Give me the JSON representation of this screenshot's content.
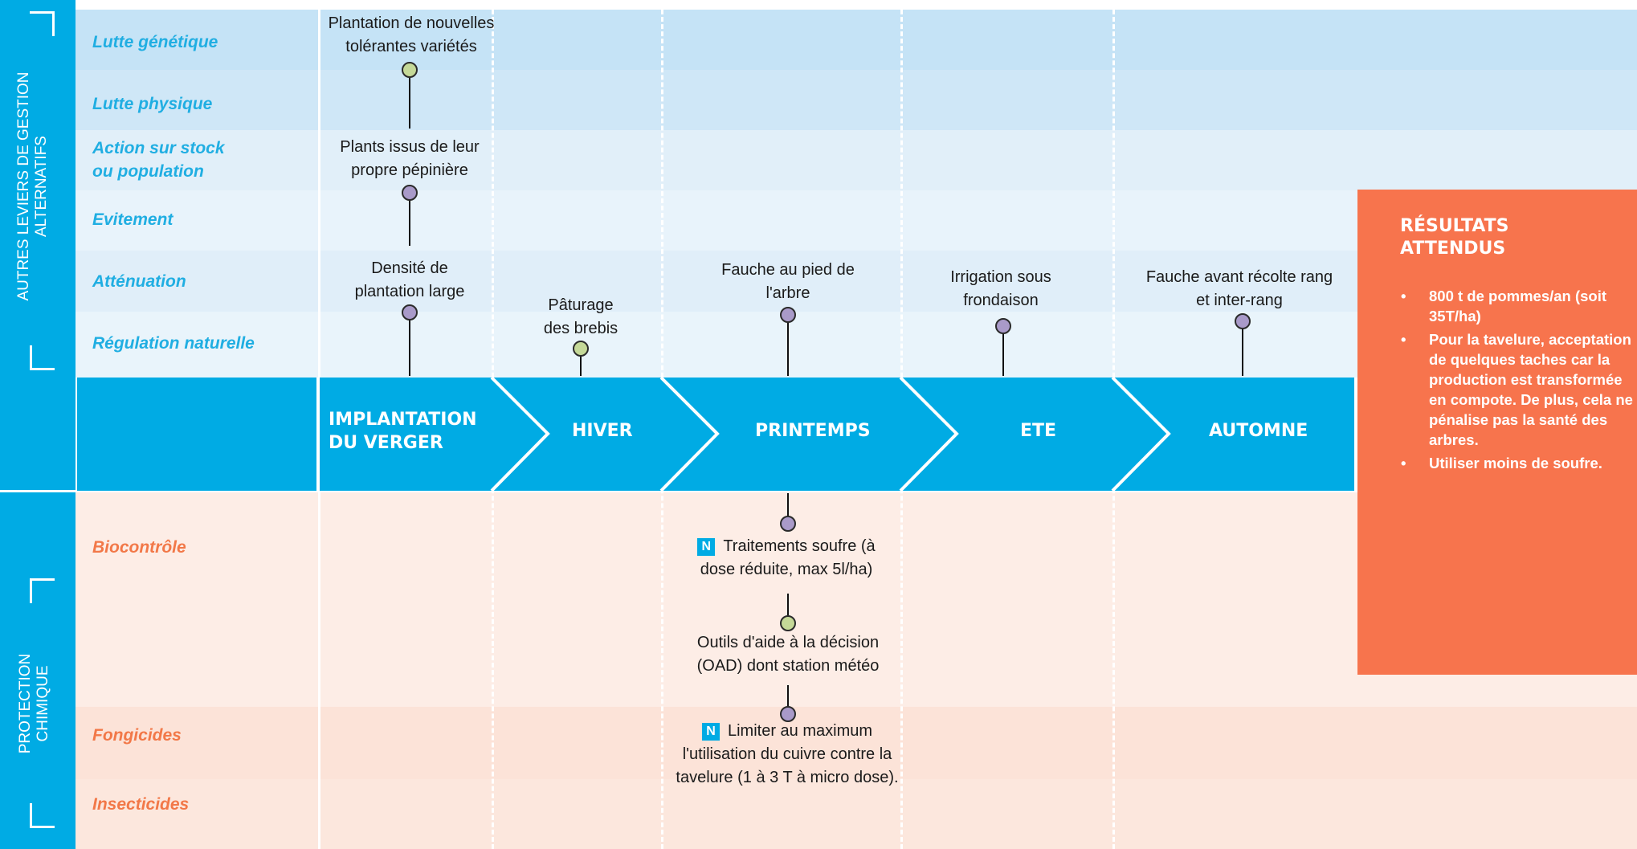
{
  "sidebar": {
    "top_label": "AUTRES LEVIERS DE GESTION\nALTERNATIFS",
    "bottom_label": "PROTECTION\nCHIMIQUE"
  },
  "rows": {
    "lutte_genetique": "Lutte génétique",
    "lutte_physique": "Lutte physique",
    "action_stock": "Action sur stock\nou population",
    "evitement": "Evitement",
    "attenuation": "Atténuation",
    "regulation": "Régulation naturelle",
    "biocontrole": "Biocontrôle",
    "fongicides": "Fongicides",
    "insecticides": "Insecticides"
  },
  "phases": [
    "IMPLANTATION\nDU VERGER",
    "HIVER",
    "PRINTEMPS",
    "ETE",
    "AUTOMNE"
  ],
  "notes": {
    "nouvelles_varietes": "Plantation de nouvelles\ntolérantes variétés",
    "plants_pepiniere": "Plants issus de leur\npropre pépinière",
    "densite": "Densité de\nplantation large",
    "paturage": "Pâturage\ndes brebis",
    "fauche_pied": "Fauche au pied de\nl'arbre",
    "irrigation": "Irrigation sous\nfrondaison",
    "fauche_recolte": "Fauche avant récolte rang\net inter-rang",
    "traitements_soufre": "Traitements  soufre (à\ndose réduite, max 5l/ha)",
    "oad": "Outils d'aide à la décision\n(OAD) dont station météo",
    "cuivre": "Limiter au maximum\nl'utilisation du cuivre contre la\ntavelure (1 à 3 T à micro dose).",
    "badge_letter": "N"
  },
  "results": {
    "title": "RÉSULTATS\nATTENDUS",
    "bullet": "•",
    "items": [
      "800 t de pommes/an (soit 35T/ha)",
      "Pour la tavelure, acceptation de quelques taches car la production est transformée en compote. De plus, cela ne pénalise pas la santé des arbres.",
      "Utiliser moins de soufre."
    ]
  },
  "colors": {
    "accent_blue": "#00abe4",
    "row_label_blue": "#20aee2",
    "row_label_orange": "#f27848",
    "result_orange": "#f7744d",
    "dot_purple": "#a99ac9",
    "dot_green": "#c5d998"
  }
}
